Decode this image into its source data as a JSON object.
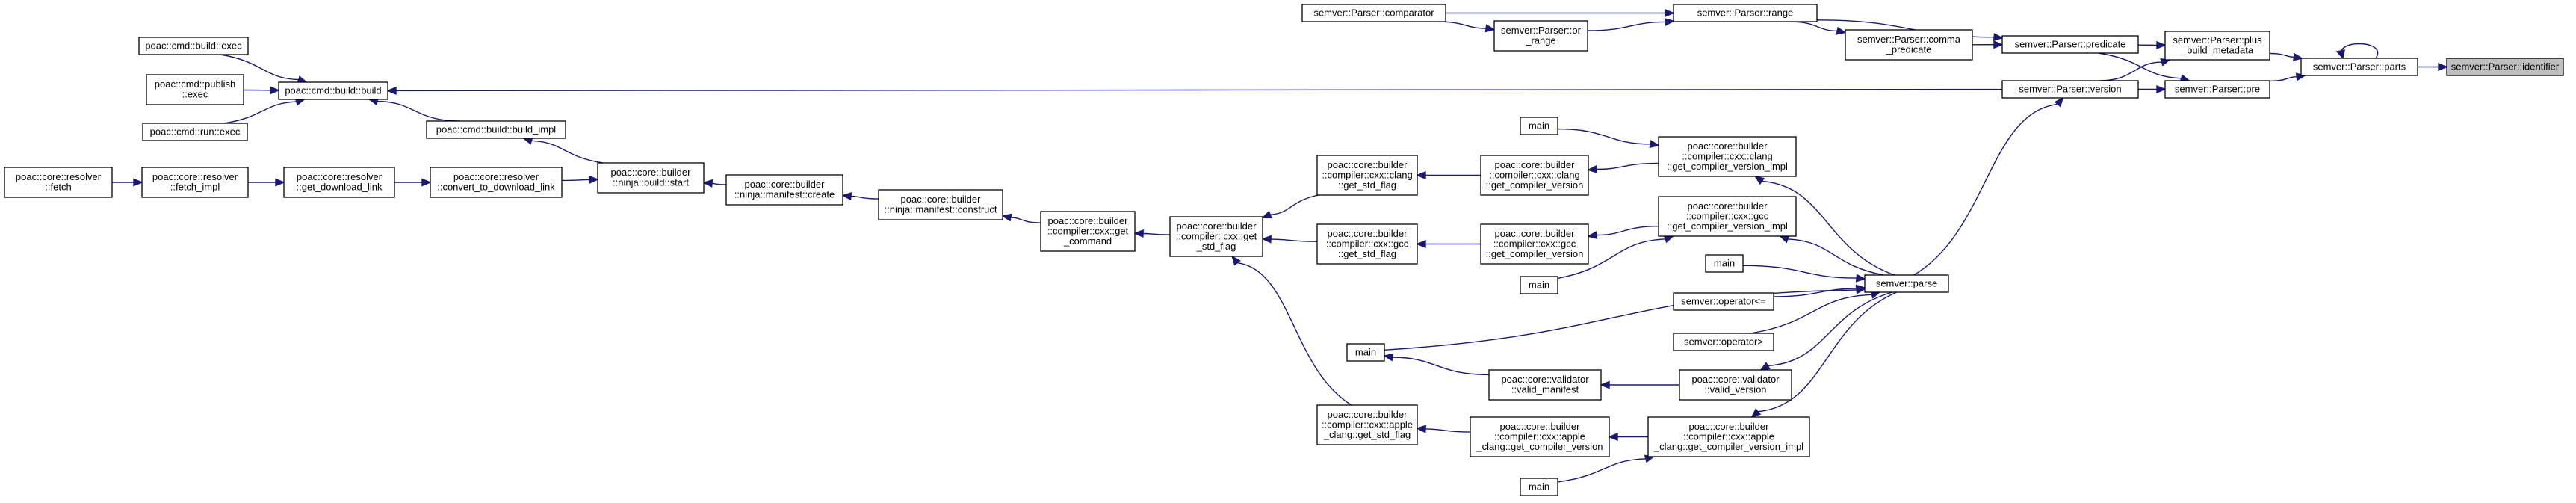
{
  "diagram": {
    "type": "caller-graph",
    "colors": {
      "edge": "#191970",
      "node_border": "#000000",
      "node_fill": "#ffffff",
      "root_fill": "#bfbfbf"
    },
    "nodes": [
      {
        "id": "identifier",
        "lines": [
          "semver::Parser::identifier"
        ]
      },
      {
        "id": "parts",
        "lines": [
          "semver::Parser::parts"
        ]
      },
      {
        "id": "plus_build",
        "lines": [
          "semver::Parser::plus",
          "_build_metadata"
        ]
      },
      {
        "id": "pre",
        "lines": [
          "semver::Parser::pre"
        ]
      },
      {
        "id": "predicate",
        "lines": [
          "semver::Parser::predicate"
        ]
      },
      {
        "id": "version",
        "lines": [
          "semver::Parser::version"
        ]
      },
      {
        "id": "comma_pred",
        "lines": [
          "semver::Parser::comma",
          "_predicate"
        ]
      },
      {
        "id": "range",
        "lines": [
          "semver::Parser::range"
        ]
      },
      {
        "id": "comparator",
        "lines": [
          "semver::Parser::comparator"
        ]
      },
      {
        "id": "or_range",
        "lines": [
          "semver::Parser::or",
          "_range"
        ]
      },
      {
        "id": "build",
        "lines": [
          "poac::cmd::build::build"
        ]
      },
      {
        "id": "build_exec",
        "lines": [
          "poac::cmd::build::exec"
        ]
      },
      {
        "id": "publish_exec",
        "lines": [
          "poac::cmd::publish",
          "::exec"
        ]
      },
      {
        "id": "run_exec",
        "lines": [
          "poac::cmd::run::exec"
        ]
      },
      {
        "id": "build_impl",
        "lines": [
          "poac::cmd::build::build_impl"
        ]
      },
      {
        "id": "ninja_start",
        "lines": [
          "poac::core::builder",
          "::ninja::build::start"
        ]
      },
      {
        "id": "convert_dl",
        "lines": [
          "poac::core::resolver",
          "::convert_to_download_link"
        ]
      },
      {
        "id": "get_dl",
        "lines": [
          "poac::core::resolver",
          "::get_download_link"
        ]
      },
      {
        "id": "fetch_impl",
        "lines": [
          "poac::core::resolver",
          "::fetch_impl"
        ]
      },
      {
        "id": "fetch",
        "lines": [
          "poac::core::resolver",
          "::fetch"
        ]
      },
      {
        "id": "manifest_create",
        "lines": [
          "poac::core::builder",
          "::ninja::manifest::create"
        ]
      },
      {
        "id": "manifest_construct",
        "lines": [
          "poac::core::builder",
          "::ninja::manifest::construct"
        ]
      },
      {
        "id": "get_command",
        "lines": [
          "poac::core::builder",
          "::compiler::cxx::get",
          "_command"
        ]
      },
      {
        "id": "get_std_flag",
        "lines": [
          "poac::core::builder",
          "::compiler::cxx::get",
          "_std_flag"
        ]
      },
      {
        "id": "clang_std",
        "lines": [
          "poac::core::builder",
          "::compiler::cxx::clang",
          "::get_std_flag"
        ]
      },
      {
        "id": "gcc_std",
        "lines": [
          "poac::core::builder",
          "::compiler::cxx::gcc",
          "::get_std_flag"
        ]
      },
      {
        "id": "apple_std",
        "lines": [
          "poac::core::builder",
          "::compiler::cxx::apple",
          "_clang::get_std_flag"
        ]
      },
      {
        "id": "clang_ver",
        "lines": [
          "poac::core::builder",
          "::compiler::cxx::clang",
          "::get_compiler_version"
        ]
      },
      {
        "id": "gcc_ver",
        "lines": [
          "poac::core::builder",
          "::compiler::cxx::gcc",
          "::get_compiler_version"
        ]
      },
      {
        "id": "apple_ver",
        "lines": [
          "poac::core::builder",
          "::compiler::cxx::apple",
          "_clang::get_compiler_version"
        ]
      },
      {
        "id": "clang_ver_impl",
        "lines": [
          "poac::core::builder",
          "::compiler::cxx::clang",
          "::get_compiler_version_impl"
        ]
      },
      {
        "id": "gcc_ver_impl",
        "lines": [
          "poac::core::builder",
          "::compiler::cxx::gcc",
          "::get_compiler_version_impl"
        ]
      },
      {
        "id": "apple_ver_impl",
        "lines": [
          "poac::core::builder",
          "::compiler::cxx::apple",
          "_clang::get_compiler_version_impl"
        ]
      },
      {
        "id": "main1",
        "lines": [
          "main"
        ]
      },
      {
        "id": "main2",
        "lines": [
          "main"
        ]
      },
      {
        "id": "main3",
        "lines": [
          "main"
        ]
      },
      {
        "id": "main4",
        "lines": [
          "main"
        ]
      },
      {
        "id": "main5",
        "lines": [
          "main"
        ]
      },
      {
        "id": "parse",
        "lines": [
          "semver::parse"
        ]
      },
      {
        "id": "op_le",
        "lines": [
          "semver::operator<="
        ]
      },
      {
        "id": "op_gt",
        "lines": [
          "semver::operator>"
        ]
      },
      {
        "id": "valid_version",
        "lines": [
          "poac::core::validator",
          "::valid_version"
        ]
      },
      {
        "id": "valid_manifest",
        "lines": [
          "poac::core::validator",
          "::valid_manifest"
        ]
      }
    ],
    "edges": [
      [
        "parts",
        "identifier"
      ],
      [
        "parts",
        "parts"
      ],
      [
        "plus_build",
        "parts"
      ],
      [
        "pre",
        "parts"
      ],
      [
        "predicate",
        "plus_build"
      ],
      [
        "predicate",
        "pre"
      ],
      [
        "version",
        "plus_build"
      ],
      [
        "version",
        "pre"
      ],
      [
        "comma_pred",
        "predicate"
      ],
      [
        "range",
        "predicate"
      ],
      [
        "range",
        "comma_pred"
      ],
      [
        "comparator",
        "range"
      ],
      [
        "comparator",
        "or_range"
      ],
      [
        "or_range",
        "range"
      ],
      [
        "version",
        "build"
      ],
      [
        "build_exec",
        "build"
      ],
      [
        "publish_exec",
        "build"
      ],
      [
        "run_exec",
        "build"
      ],
      [
        "build_impl",
        "build"
      ],
      [
        "ninja_start",
        "build_impl"
      ],
      [
        "convert_dl",
        "ninja_start"
      ],
      [
        "get_dl",
        "convert_dl"
      ],
      [
        "fetch_impl",
        "get_dl"
      ],
      [
        "fetch",
        "fetch_impl"
      ],
      [
        "manifest_create",
        "ninja_start"
      ],
      [
        "manifest_construct",
        "manifest_create"
      ],
      [
        "get_command",
        "manifest_construct"
      ],
      [
        "get_std_flag",
        "get_command"
      ],
      [
        "clang_std",
        "get_std_flag"
      ],
      [
        "gcc_std",
        "get_std_flag"
      ],
      [
        "apple_std",
        "get_std_flag"
      ],
      [
        "clang_ver",
        "clang_std"
      ],
      [
        "gcc_ver",
        "gcc_std"
      ],
      [
        "apple_ver",
        "apple_std"
      ],
      [
        "clang_ver_impl",
        "clang_ver"
      ],
      [
        "gcc_ver_impl",
        "gcc_ver"
      ],
      [
        "apple_ver_impl",
        "apple_ver"
      ],
      [
        "main1",
        "clang_ver_impl"
      ],
      [
        "main3",
        "gcc_ver_impl"
      ],
      [
        "main5",
        "apple_ver_impl"
      ],
      [
        "parse",
        "version"
      ],
      [
        "parse",
        "clang_ver_impl"
      ],
      [
        "parse",
        "gcc_ver_impl"
      ],
      [
        "parse",
        "apple_ver_impl"
      ],
      [
        "parse",
        "valid_version"
      ],
      [
        "main2",
        "parse"
      ],
      [
        "op_le",
        "parse"
      ],
      [
        "op_gt",
        "parse"
      ],
      [
        "main4",
        "parse"
      ],
      [
        "valid_version",
        "valid_manifest"
      ],
      [
        "valid_manifest",
        "main4"
      ]
    ]
  }
}
